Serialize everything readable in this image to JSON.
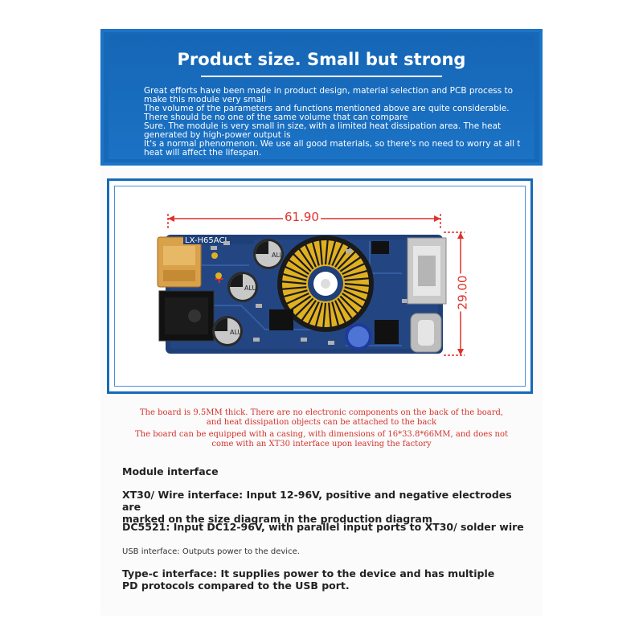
{
  "banner": {
    "title": "Product size. Small but strong",
    "lines": [
      "Great efforts have been made in product design, material selection and PCB process to",
      "make this module very small",
      "The volume of the parameters and functions mentioned above are quite considerable.",
      "There should be no one of the same volume that can compare",
      "Sure. The module is very small in size, with a limited heat dissipation area. The heat",
      "generated by high-power output is",
      "It's a normal phenomenon. We use all good materials, so there's no need to worry at all that",
      "heat will affect the lifespan."
    ]
  },
  "diagram": {
    "width_label": "61.90",
    "height_label": "29.00",
    "board_label": "LX-H65ACL",
    "cap_label": "ALU",
    "plus_mark": "+"
  },
  "notes": {
    "line1": "The board is 9.5MM thick. There are no electronic components on the back of the board,",
    "line2": "and heat dissipation objects can be attached to the back",
    "line3": "The board can be equipped with a casing, with dimensions of 16*33.8*66MM, and does not",
    "line4": "come with an XT30 interface upon leaving the factory"
  },
  "interfaces": {
    "heading": "Module interface",
    "xt30_line1": "XT30/ Wire interface: Input 12-96V, positive and negative electrodes are",
    "xt30_line2": "marked on the size diagram in the production diagram",
    "dc5521": "DC5521: Input DC12-96V, with parallel input ports to XT30/ solder wire",
    "usb": "USB interface: Outputs power to the device.",
    "typec_line1": "Type-c interface: It supplies power to the device and has multiple",
    "typec_line2": "PD protocols compared to the USB port."
  },
  "colors": {
    "banner_blue": "#1769b8",
    "dimension_red": "#e0322c",
    "pcb_blue": "#1f3f78",
    "coil_yellow": "#e0b020"
  }
}
